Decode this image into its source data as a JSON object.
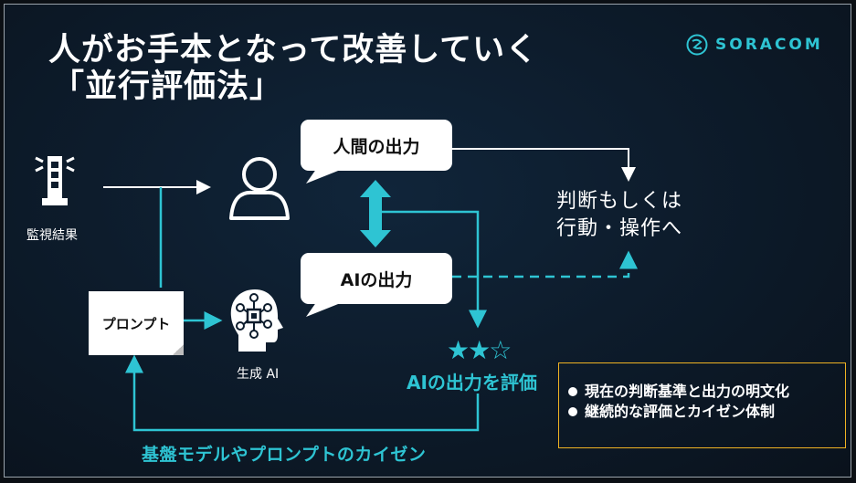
{
  "title": {
    "line1": "人がお手本となって改善していく",
    "line2": "「並行評価法」"
  },
  "logo": {
    "icon": "soracom-logo-icon",
    "text": "SORACOM"
  },
  "nodes": {
    "monitoring": {
      "icon": "lighthouse-icon",
      "label": "監視結果"
    },
    "human": {
      "icon": "person-icon"
    },
    "human_output": {
      "label": "人間の出力"
    },
    "ai_output": {
      "label": "AIの出力"
    },
    "prompt": {
      "label": "プロンプト"
    },
    "gen_ai": {
      "icon": "ai-head-icon",
      "label": "生成 AI"
    },
    "result": {
      "line1": "判断もしくは",
      "line2": "行動・操作へ"
    },
    "evaluation": {
      "stars": "★★☆",
      "rating": {
        "filled": 2,
        "total": 3
      },
      "label": "AIの出力を評価"
    },
    "kaizen": {
      "label": "基盤モデルやプロンプトのカイゼン"
    }
  },
  "key_points": [
    "現在の判断基準と出力の明文化",
    "継続的な評価とカイゼン体制"
  ],
  "colors": {
    "accent": "#2ec4d3",
    "highlight_border": "#f0b323",
    "text": "#ffffff",
    "background": "#0d1c2c"
  }
}
